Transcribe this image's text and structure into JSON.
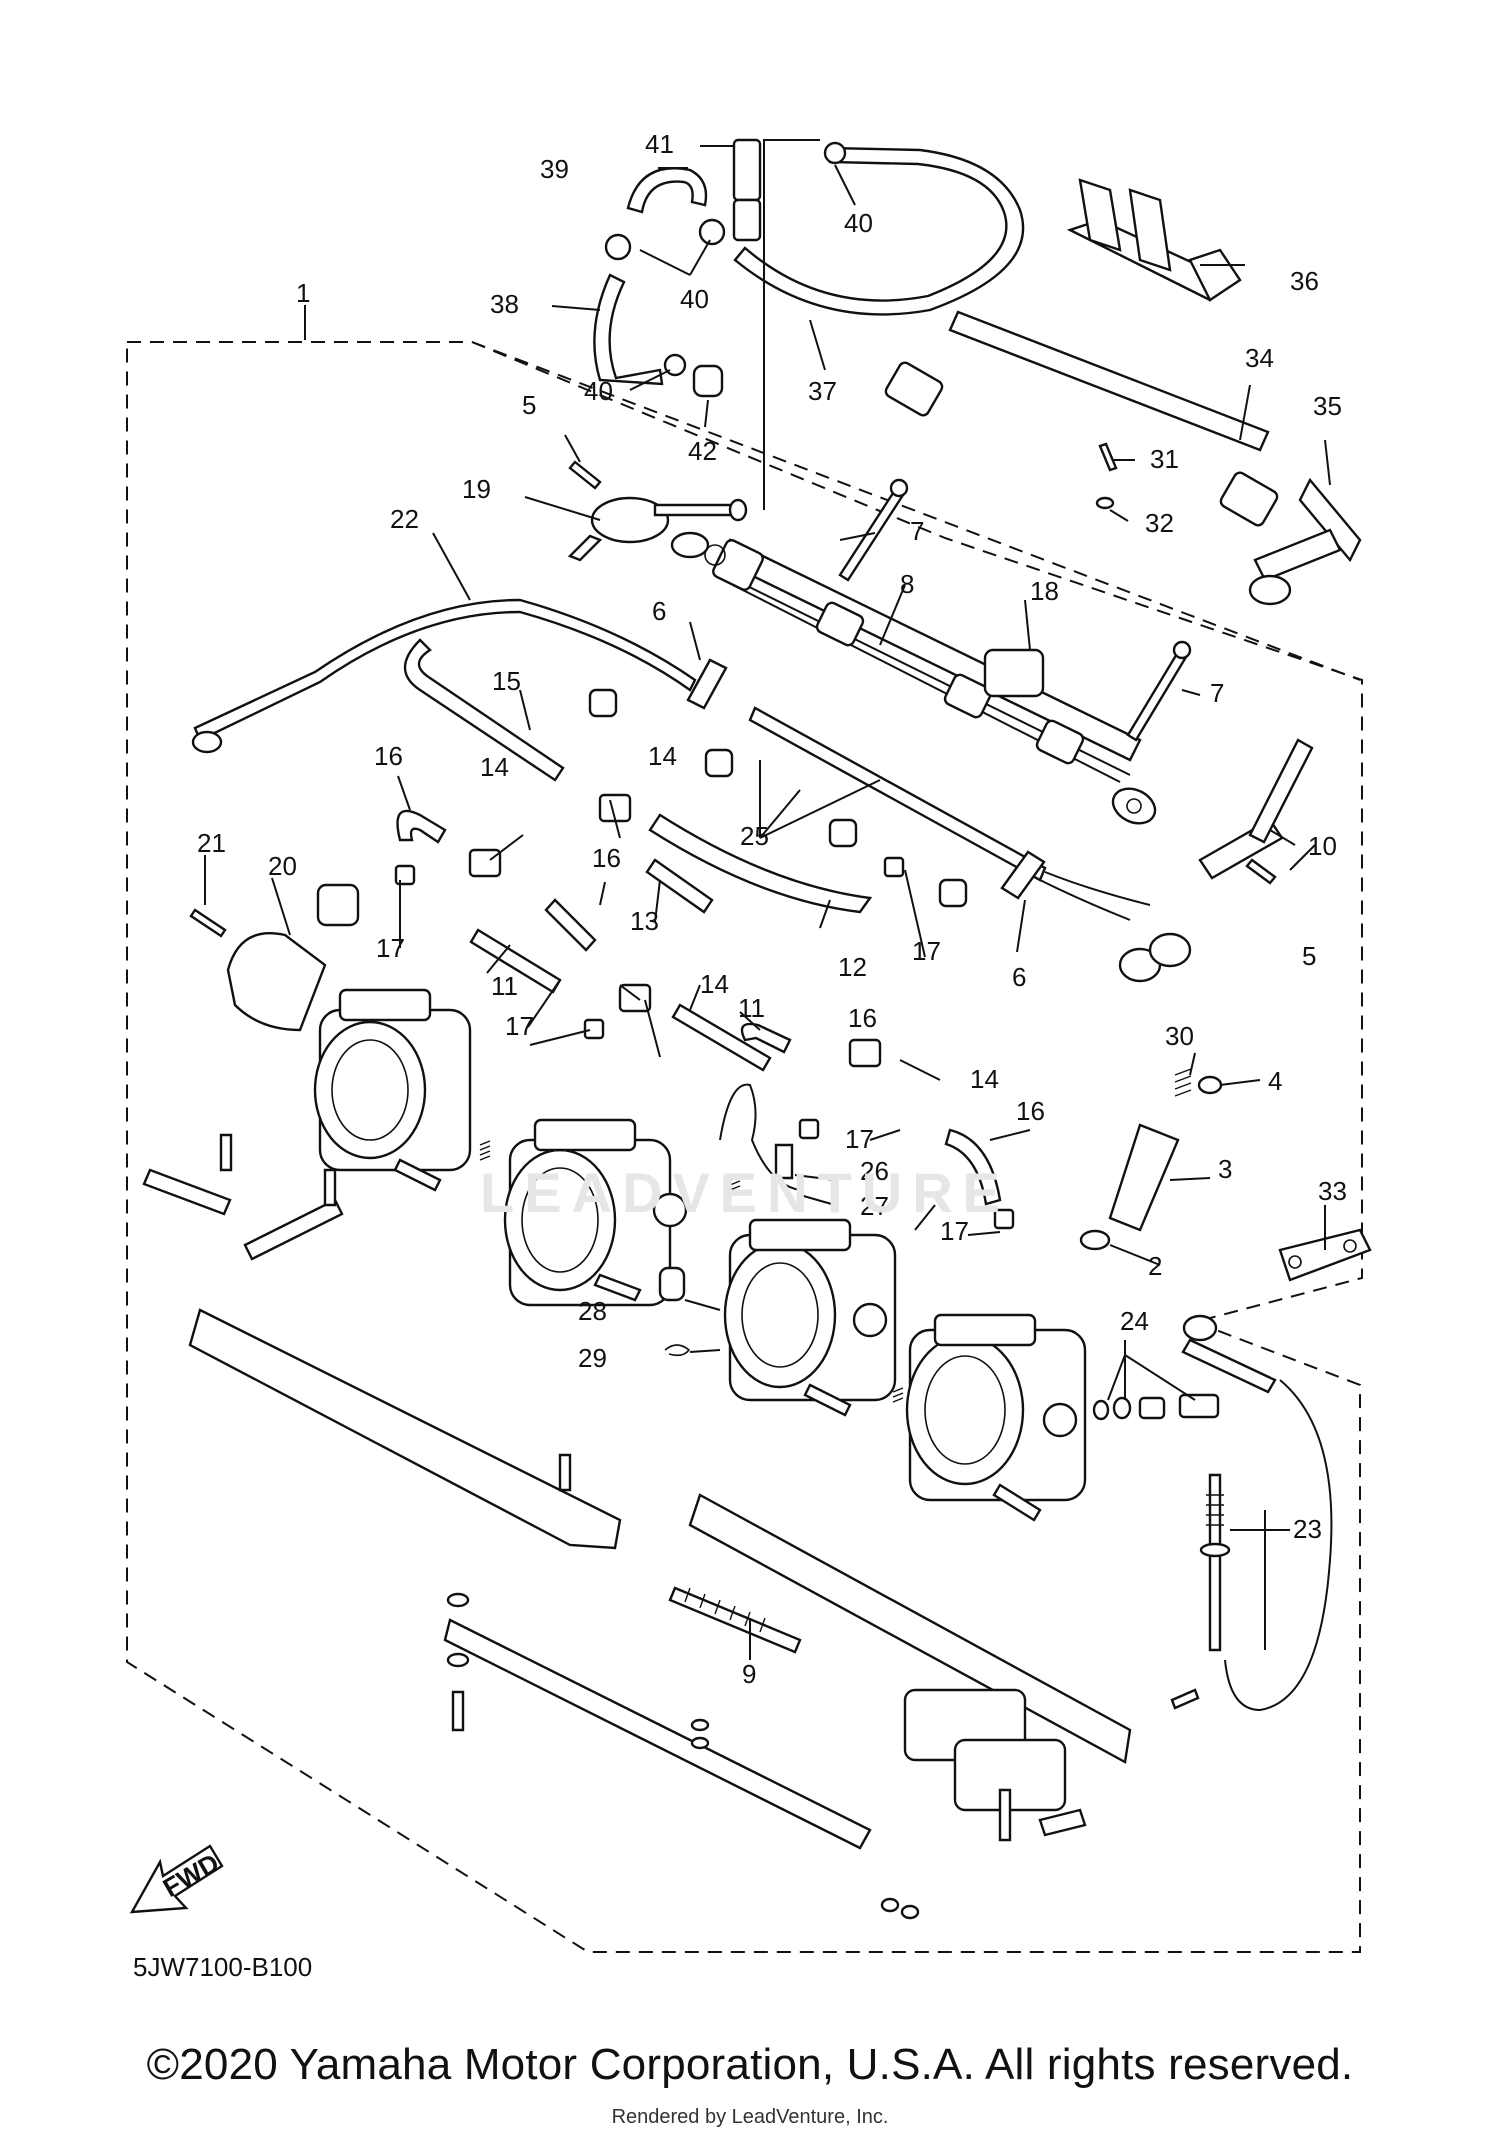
{
  "diagram": {
    "drawing_code": "5JW7100-B100",
    "fwd_label": "FWD",
    "watermark": "LEADVENTURE",
    "callouts": [
      "1",
      "2",
      "3",
      "4",
      "5",
      "5",
      "6",
      "6",
      "7",
      "7",
      "8",
      "9",
      "10",
      "11",
      "11",
      "12",
      "13",
      "14",
      "14",
      "14",
      "14",
      "14",
      "15",
      "16",
      "16",
      "16",
      "16",
      "17",
      "17",
      "17",
      "17",
      "17",
      "17",
      "18",
      "19",
      "20",
      "21",
      "22",
      "23",
      "24",
      "25",
      "26",
      "27",
      "28",
      "29",
      "30",
      "31",
      "32",
      "33",
      "34",
      "35",
      "36",
      "37",
      "38",
      "39",
      "40",
      "40",
      "40",
      "40",
      "41",
      "42"
    ]
  },
  "footer": {
    "copyright": "©2020 Yamaha Motor Corporation, U.S.A. All rights reserved.",
    "rendered_by": "Rendered by LeadVenture, Inc."
  }
}
